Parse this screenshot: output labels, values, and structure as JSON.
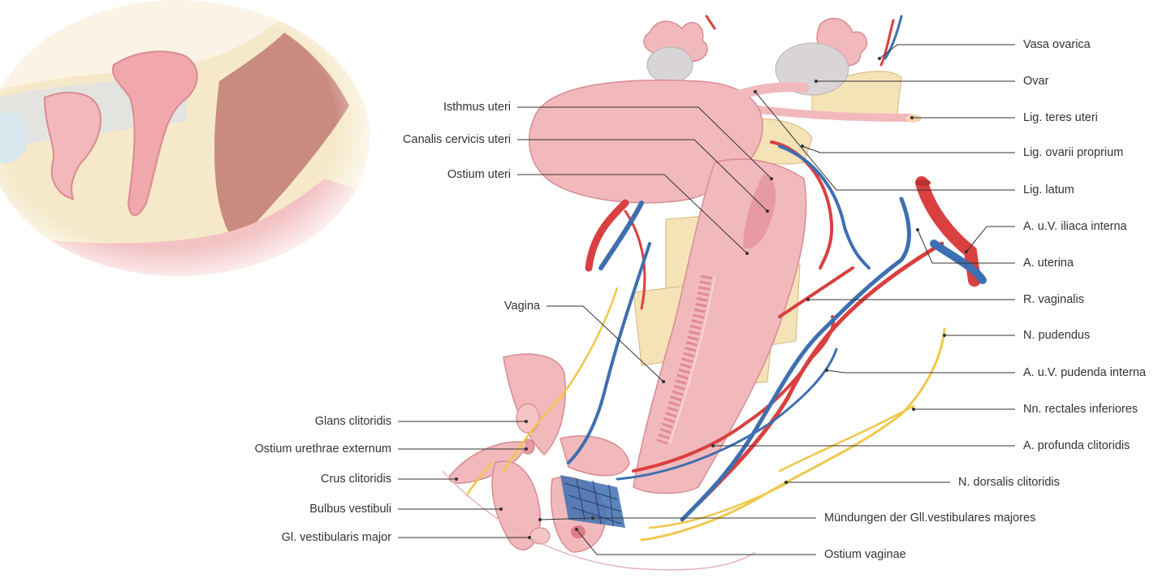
{
  "colors": {
    "tissue": "#f2b9bd",
    "tissue_dark": "#e79aa1",
    "tissue_light": "#f8d5d6",
    "fat": "#f5e3b8",
    "artery": "#d9403f",
    "vein": "#3e6fb0",
    "nerve": "#f0c74a",
    "leader": "#333333",
    "inset_dark": "#c98b7f",
    "inset_gray": "#d8dbe0"
  },
  "labels_left": [
    "Isthmus uteri",
    "Canalis cervicis uteri",
    "Ostium uteri",
    "Vagina",
    "Glans clitoridis",
    "Ostium urethrae externum",
    "Crus clitoridis",
    "Bulbus vestibuli",
    "Gl. vestibularis major"
  ],
  "labels_right": [
    "Vasa ovarica",
    "Ovar",
    "Lig. teres uteri",
    "Lig. ovarii proprium",
    "Lig. latum",
    "A. u.V. iliaca interna",
    "A. uterina",
    "R. vaginalis",
    "N. pudendus",
    "A. u.V. pudenda interna",
    "Nn. rectales inferiores",
    "A. profunda clitoridis"
  ],
  "labels_bottom": [
    "N. dorsalis clitoridis",
    "Mündungen der Gll.vestibulares majores",
    "Ostium vaginae"
  ]
}
